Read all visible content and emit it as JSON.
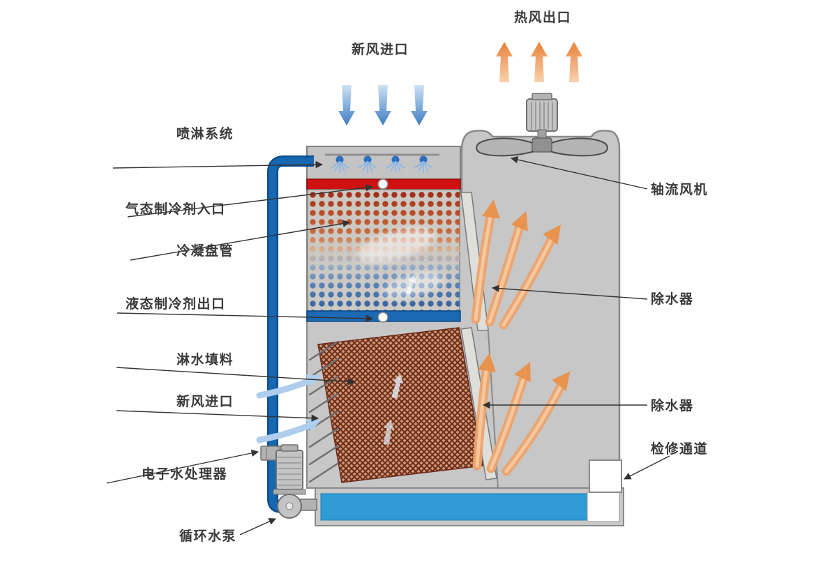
{
  "labels": {
    "hot_air_outlet": "热风出口",
    "fresh_air_inlet_top": "新风进口",
    "spray_system": "喷淋系统",
    "gas_refrigerant_inlet": "气态制冷剂入口",
    "condenser_coil": "冷凝盘管",
    "liquid_refrigerant_outlet": "液态制冷剂出口",
    "fill_media": "淋水填料",
    "fresh_air_inlet_side": "新风进口",
    "electronic_water_treater": "电子水处理器",
    "circulating_pump": "循环水泵",
    "axial_fan": "轴流风机",
    "drift_eliminator_upper": "除水器",
    "drift_eliminator_lower": "除水器",
    "service_access": "检修通道"
  },
  "colors": {
    "body_gray": "#C7C7C7",
    "outline_gray": "#8A8A8A",
    "pipe_blue": "#1767B1",
    "pipe_blue_dark": "#0D4E8F",
    "water_blue": "#2F9AD4",
    "red_header": "#CE1111",
    "blue_header": "#1C69B4",
    "warm_arrow": "#ECA36E",
    "warm_arrow_deep": "#E8934E",
    "cool_arrow": "#AFCDEC",
    "label_color": "#3A3A3A",
    "leader_color": "#333333"
  }
}
